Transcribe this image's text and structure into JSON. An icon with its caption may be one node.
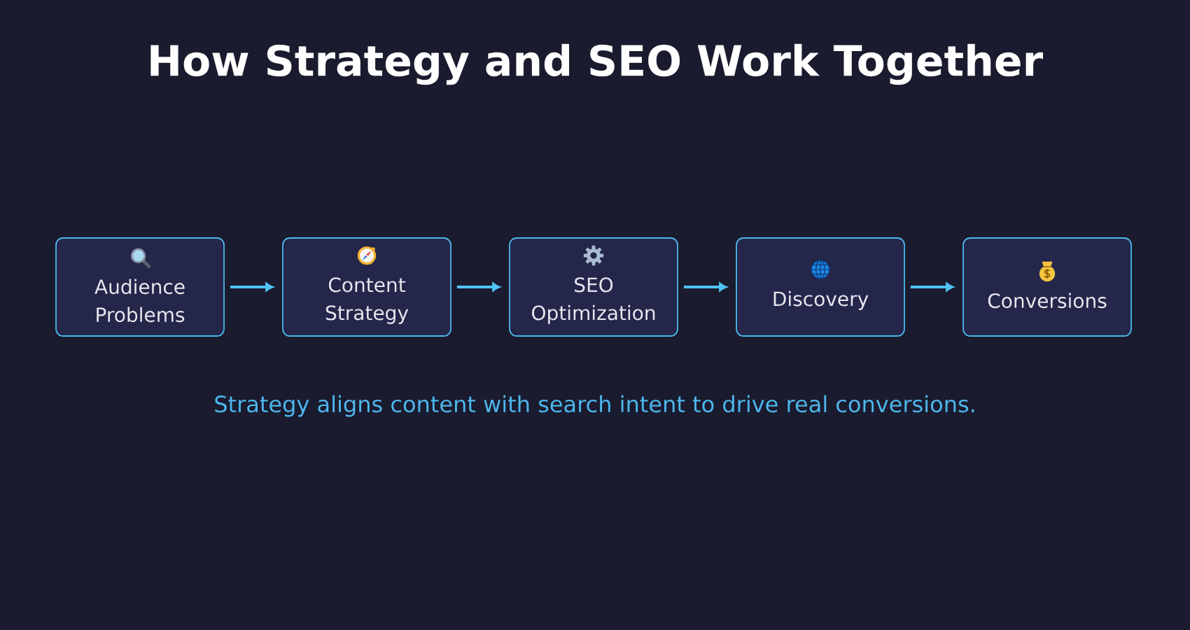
{
  "diagram": {
    "title": "How Strategy and SEO Work Together",
    "nodes": [
      {
        "text": [
          "Audience Problems"
        ]
      },
      {
        "text": [
          "Content Strategy"
        ]
      },
      {
        "text": [
          "SEO Optimization"
        ]
      },
      {
        "text": [
          "Discovery"
        ]
      },
      {
        "text": [
          "Conversions"
        ]
      }
    ],
    "edges": [
      {
        "from": 0,
        "to": 1,
        "arrow": "to"
      },
      {
        "from": 1,
        "to": 2,
        "arrow": "to"
      },
      {
        "from": 2,
        "to": 3,
        "arrow": "to"
      },
      {
        "from": 3,
        "to": 4,
        "arrow": "to"
      }
    ],
    "caption": "Strategy aligns content with search intent to drive real conversions."
  }
}
